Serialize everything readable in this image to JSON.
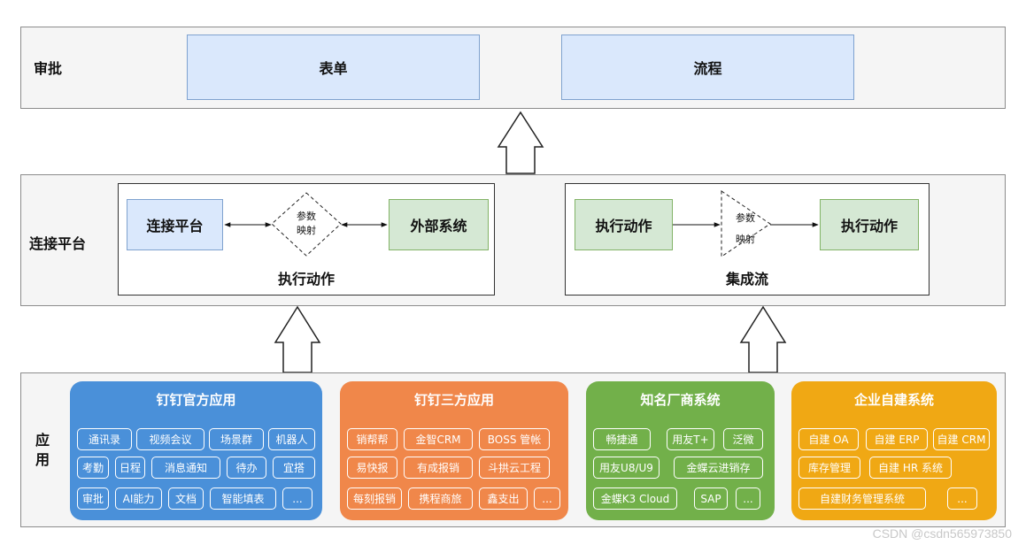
{
  "approval_layer": {
    "label": "审批",
    "form": "表单",
    "process": "流程"
  },
  "connect_layer": {
    "label": "连接平台",
    "left_panel": {
      "source": "连接平台",
      "mapping": "参数\n映射",
      "target": "外部系统",
      "caption": "执行动作"
    },
    "right_panel": {
      "source": "执行动作",
      "mapping": "参数\n映射",
      "target": "执行动作",
      "caption": "集成流"
    }
  },
  "app_layer": {
    "label": "应用",
    "groups": [
      {
        "title": "钉钉官方应用",
        "color": "#4a90d9",
        "rows": [
          [
            "通讯录",
            "视频会议",
            "场景群",
            "机器人"
          ],
          [
            "考勤",
            "日程",
            "消息通知",
            "待办",
            "宜搭"
          ],
          [
            "审批",
            "AI能力",
            "文档",
            "智能填表",
            "..."
          ]
        ]
      },
      {
        "title": "钉钉三方应用",
        "color": "#f0874a",
        "rows": [
          [
            "销帮帮",
            "金智CRM",
            "BOSS 管帐"
          ],
          [
            "易快报",
            "有成报销",
            "斗拱云工程"
          ],
          [
            "每刻报销",
            "携程商旅",
            "鑫支出",
            "..."
          ]
        ]
      },
      {
        "title": "知名厂商系统",
        "color": "#72b04a",
        "rows": [
          [
            "畅捷通",
            "用友T+",
            "泛微"
          ],
          [
            "用友U8/U9",
            "金蝶云进销存"
          ],
          [
            "金蝶K3 Cloud",
            "SAP",
            "..."
          ]
        ]
      },
      {
        "title": "企业自建系统",
        "color": "#f0a814",
        "rows": [
          [
            "自建 OA",
            "自建 ERP",
            "自建 CRM"
          ],
          [
            "库存管理",
            "自建 HR 系统"
          ],
          [
            "自建财务管理系统",
            "..."
          ]
        ]
      }
    ]
  },
  "watermark": "CSDN @csdn565973850"
}
